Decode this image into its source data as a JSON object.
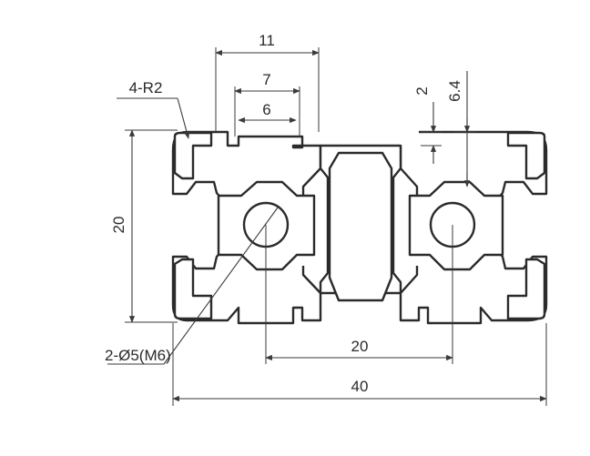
{
  "drawing": {
    "dimensions": {
      "slot_outer": "11",
      "slot_middle": "7",
      "slot_inner": "6",
      "lip_thickness": "2",
      "slot_depth": "6.4",
      "corner_radius": "4-R2",
      "height": "20",
      "hole_spacing": "20",
      "width": "40",
      "holes": "2-Ø5(M6)"
    }
  }
}
